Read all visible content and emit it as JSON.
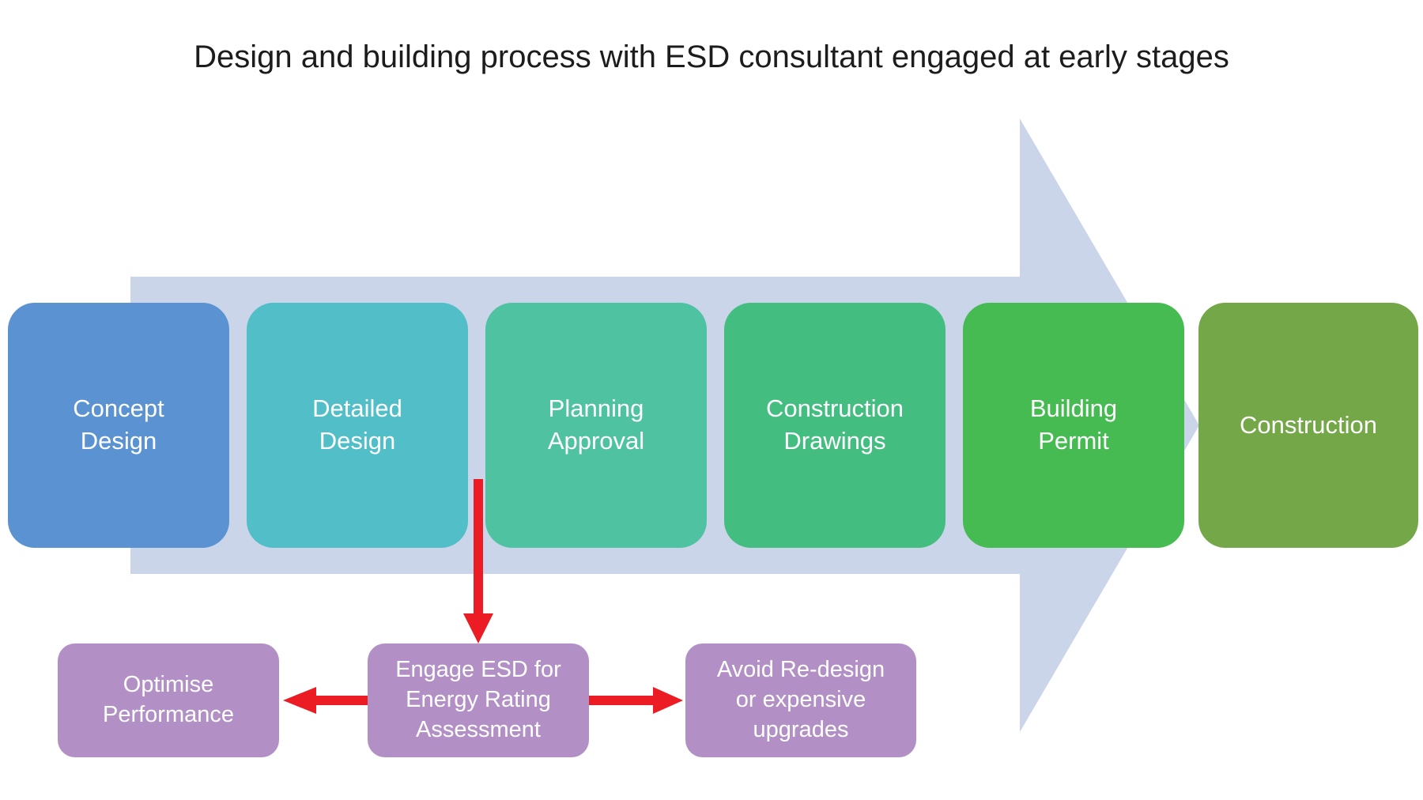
{
  "title": "Design and building process with ESD consultant engaged at early stages",
  "colors": {
    "background": "#ffffff",
    "big_arrow": "#cbd5ea",
    "red_arrow": "#ec1c24",
    "title_text": "#1c1c1c",
    "box_text": "#ffffff",
    "sub_box": "#b290c6"
  },
  "process": {
    "stages": [
      {
        "label": "Concept Design",
        "lines": [
          "Concept",
          "Design"
        ],
        "color": "#5b92d2"
      },
      {
        "label": "Detailed Design",
        "lines": [
          "Detailed",
          "Design"
        ],
        "color": "#52bec8"
      },
      {
        "label": "Planning Approval",
        "lines": [
          "Planning",
          "Approval"
        ],
        "color": "#4fc2a2"
      },
      {
        "label": "Construction Drawings",
        "lines": [
          "Construction",
          "Drawings"
        ],
        "color": "#44bd80"
      },
      {
        "label": "Building Permit",
        "lines": [
          "Building",
          "Permit"
        ],
        "color": "#46bb52"
      },
      {
        "label": "Construction",
        "lines": [
          "Construction"
        ],
        "color": "#73a747"
      }
    ]
  },
  "sub_boxes": {
    "optimise": {
      "label": "Optimise Performance",
      "lines": [
        "Optimise",
        "Performance"
      ]
    },
    "engage": {
      "label": "Engage ESD for Energy Rating Assessment",
      "lines": [
        "Engage ESD for",
        "Energy Rating",
        "Assessment"
      ]
    },
    "avoid": {
      "label": "Avoid Re-design or expensive upgrades",
      "lines": [
        "Avoid Re-design",
        "or expensive",
        "upgrades"
      ]
    }
  }
}
